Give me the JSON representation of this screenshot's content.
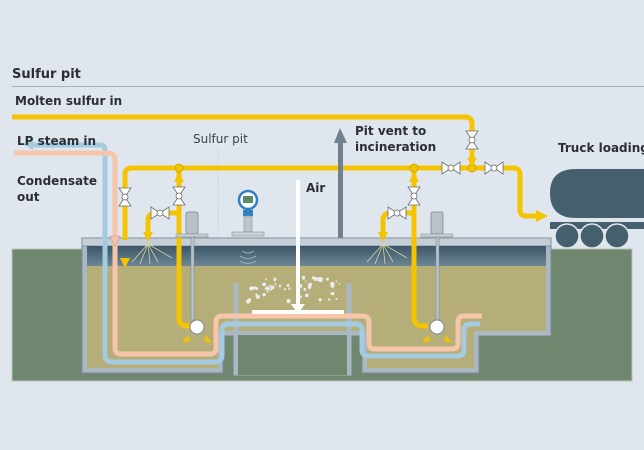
{
  "diagram": {
    "title": "Sulfur pit",
    "labels": {
      "molten_sulfur_in": "Molten sulfur in",
      "lp_steam_in": "LP steam in",
      "condensate_out": [
        "Condensate",
        "out"
      ],
      "sulfur_pit": "Sulfur pit",
      "pit_vent": [
        "Pit vent to",
        "incineration"
      ],
      "air": "Air",
      "truck_loading": "Truck loading"
    },
    "colors": {
      "background": "#dfe6ee",
      "ground": "#6f876e",
      "sulfur_pipe": "#f5c400",
      "steam_pipe": "#f6c5aa",
      "condensate_pipe": "#a4cbe0",
      "liquid_sulfur": "#b5ae78",
      "vapor_space": "#3f5c6e",
      "truck": "#465f6f",
      "vent": "#6f818c",
      "pit_wall": "#a9b8c3"
    },
    "components": [
      {
        "name": "radar-level-transmitter",
        "count": 1
      },
      {
        "name": "submerged-pump",
        "count": 2
      },
      {
        "name": "valve",
        "count": 8
      },
      {
        "name": "spray-nozzle",
        "count": 2
      },
      {
        "name": "air-sparger",
        "count": 1
      },
      {
        "name": "tanker-truck",
        "count": 1
      }
    ]
  }
}
